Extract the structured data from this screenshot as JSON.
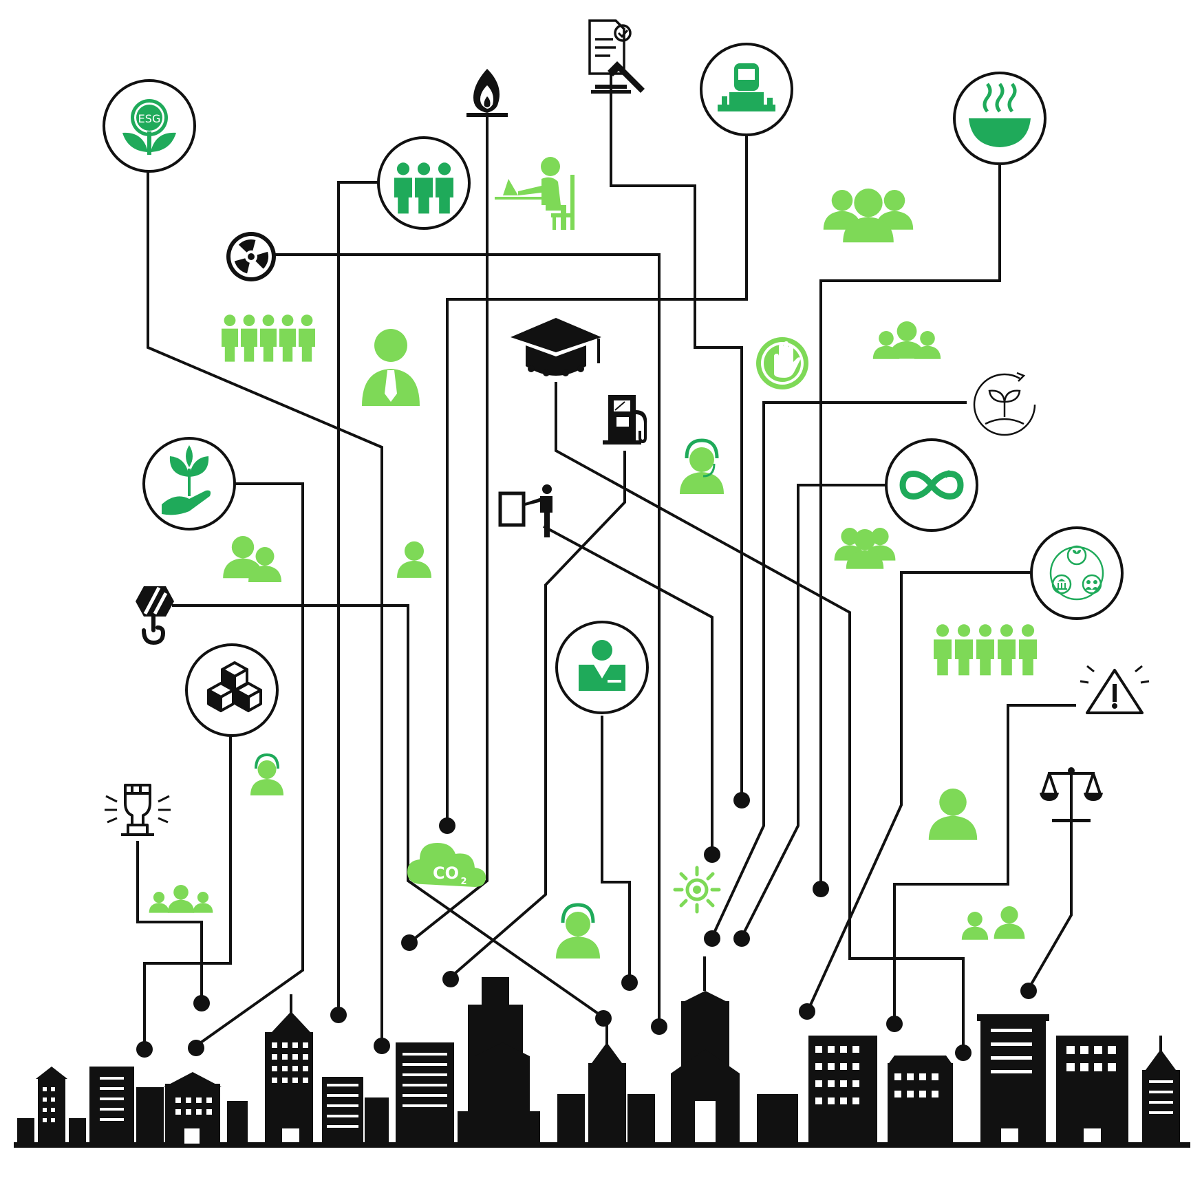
{
  "colors": {
    "ink": "#111111",
    "dark_green": "#1faa5a",
    "light_green": "#7ed957",
    "background": "#ffffff"
  },
  "labels": {
    "esg_badge": "ESG",
    "co2_cloud": "CO",
    "co2_sub": "2"
  },
  "icons": [
    "esg-flower-icon",
    "team-icon",
    "fire-icon",
    "law-gavel-icon",
    "worker-icon",
    "soup-bowl-icon",
    "radiation-icon",
    "remote-worker-icon",
    "community-icon",
    "graduation-cap-icon",
    "stop-hand-icon",
    "sustainable-plant-icon",
    "fuel-pump-icon",
    "support-agent-icon",
    "presenter-icon",
    "circular-economy-icon",
    "plant-in-hand-icon",
    "stakeholders-icon",
    "crane-hook-icon",
    "blocks-icon",
    "employee-icon",
    "warning-icon",
    "scales-icon",
    "protest-fist-icon",
    "co2-cloud-icon",
    "sun-icon",
    "city-skyline-icon"
  ]
}
